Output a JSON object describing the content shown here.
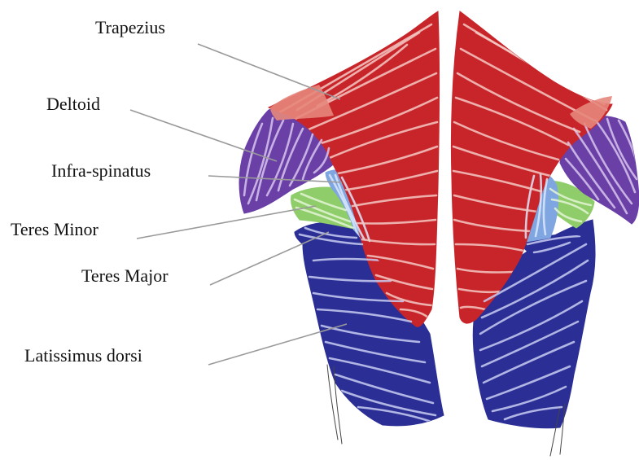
{
  "labels": {
    "trapezius": "Trapezius",
    "deltoid": "Deltoid",
    "infraspinatus": "Infra-spinatus",
    "teres_minor": "Teres Minor",
    "teres_major": "Teres Major",
    "latissimus": "Latissimus dorsi"
  },
  "colors": {
    "trapezius": "#c8252a",
    "trapezius_fiber": "#f3c9c4",
    "trapezius_tendon": "#e5877c",
    "deltoid": "#6a3fa6",
    "deltoid_fiber": "#d7c6ef",
    "infraspinatus": "#7fa6e0",
    "infraspinatus_fiber": "#dbe8fb",
    "teres_minor": "#8fcc6a",
    "teres_minor_fiber": "#e3f5d5",
    "latissimus": "#2b2f95",
    "latissimus_fiber": "#c9cdf2",
    "leader": "#9a9a9a",
    "text": "#111111"
  }
}
